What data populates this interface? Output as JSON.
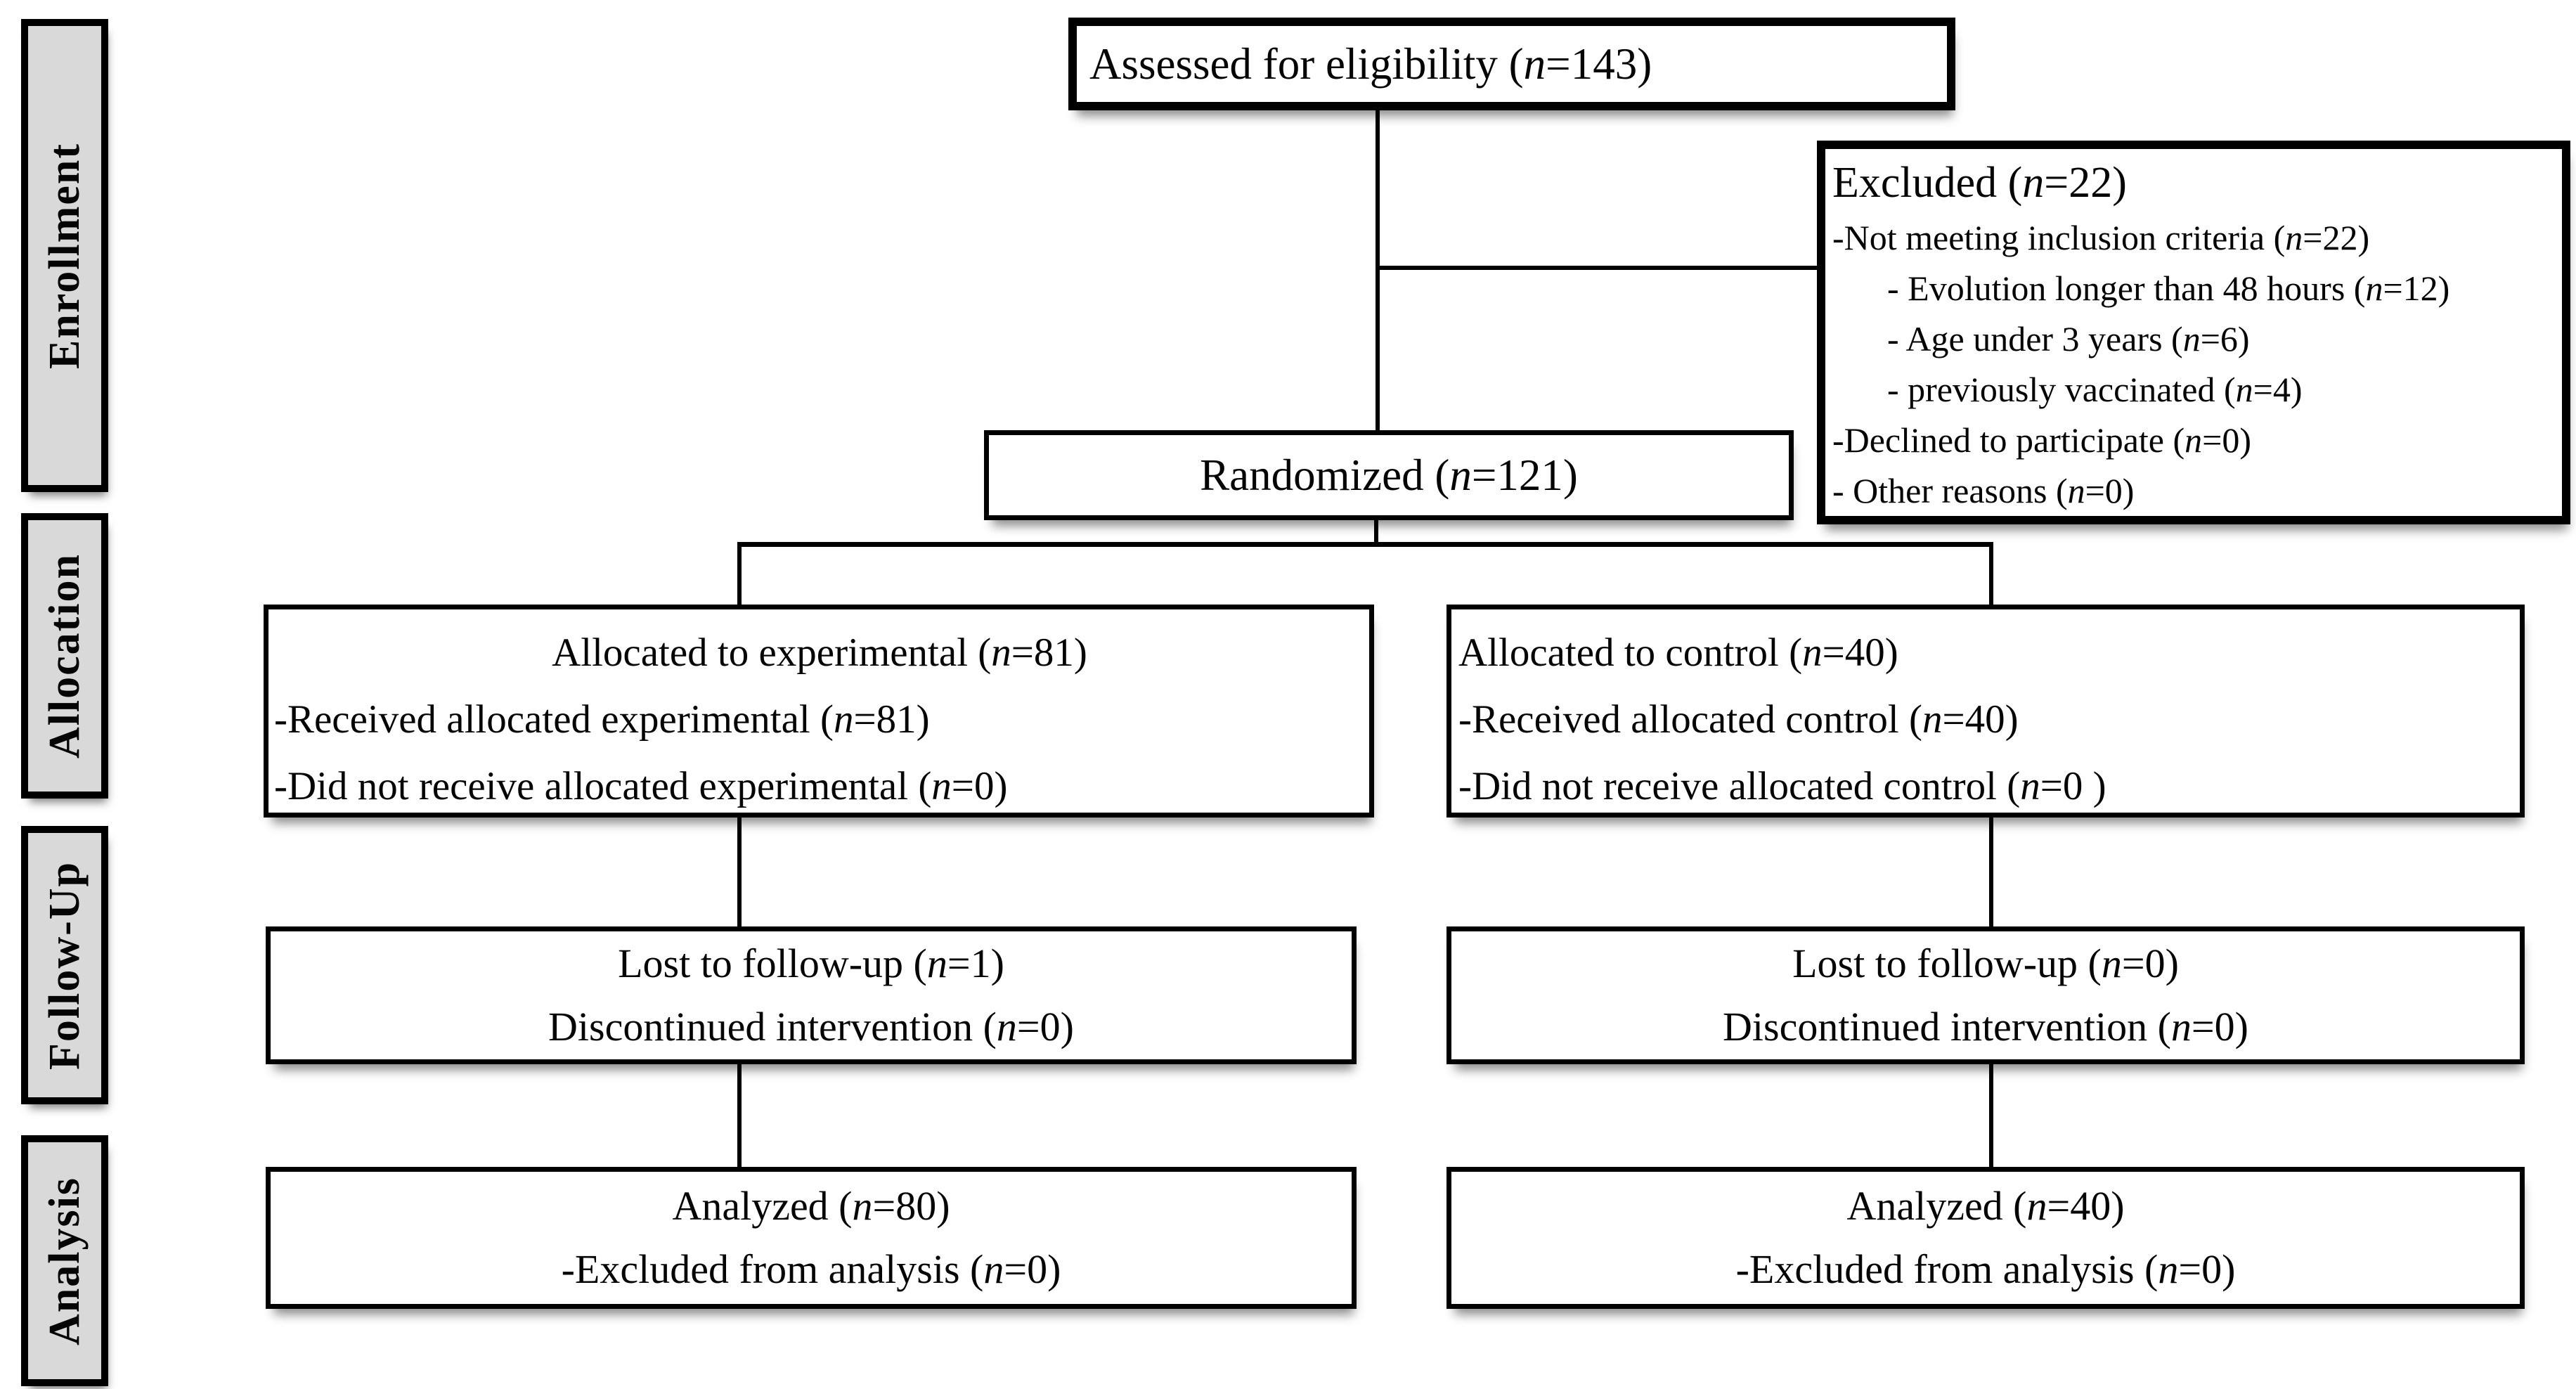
{
  "stages": [
    {
      "label": "Enrollment"
    },
    {
      "label": "Allocation"
    },
    {
      "label": "Follow-Up"
    },
    {
      "label": "Analysis"
    }
  ],
  "boxes": {
    "assessed": {
      "text": "Assessed for eligibility (n=143)"
    },
    "excluded": {
      "title": "Excluded (n=22)",
      "items": [
        {
          "text": "-Not meeting inclusion criteria (n=22)",
          "indent": 0
        },
        {
          "text": "- Evolution longer than 48 hours (n=12)",
          "indent": 1
        },
        {
          "text": "- Age under 3 years (n=6)",
          "indent": 1
        },
        {
          "text": "- previously vaccinated (n=4)",
          "indent": 1
        },
        {
          "text": "-Declined to participate (n=0)",
          "indent": 0
        },
        {
          "text": "- Other reasons (n=0)",
          "indent": 0
        }
      ]
    },
    "randomized": {
      "text": "Randomized (n=121)"
    },
    "alloc_experimental": {
      "title": "Allocated to experimental (n=81)",
      "lines": [
        "-Received allocated experimental (n=81)",
        "-Did not receive allocated experimental (n=0)"
      ]
    },
    "alloc_control": {
      "title": "Allocated to control (n=40)",
      "lines": [
        "-Received allocated control (n=40)",
        "-Did not receive allocated control (n=0 )"
      ]
    },
    "followup_experimental": {
      "lines": [
        "Lost to follow-up (n=1)",
        "Discontinued intervention (n=0)"
      ]
    },
    "followup_control": {
      "lines": [
        "Lost to follow-up (n=0)",
        "Discontinued intervention (n=0)"
      ]
    },
    "analysis_experimental": {
      "lines": [
        "Analyzed (n=80)",
        "-Excluded from analysis (n=0)"
      ]
    },
    "analysis_control": {
      "lines": [
        "Analyzed (n=40)",
        "-Excluded from analysis (n=0)"
      ]
    }
  },
  "colors": {
    "background": "#ffffff",
    "box_border": "#000000",
    "stage_label_bg": "#d9d9d9",
    "text": "#050505",
    "connector": "#000000"
  }
}
